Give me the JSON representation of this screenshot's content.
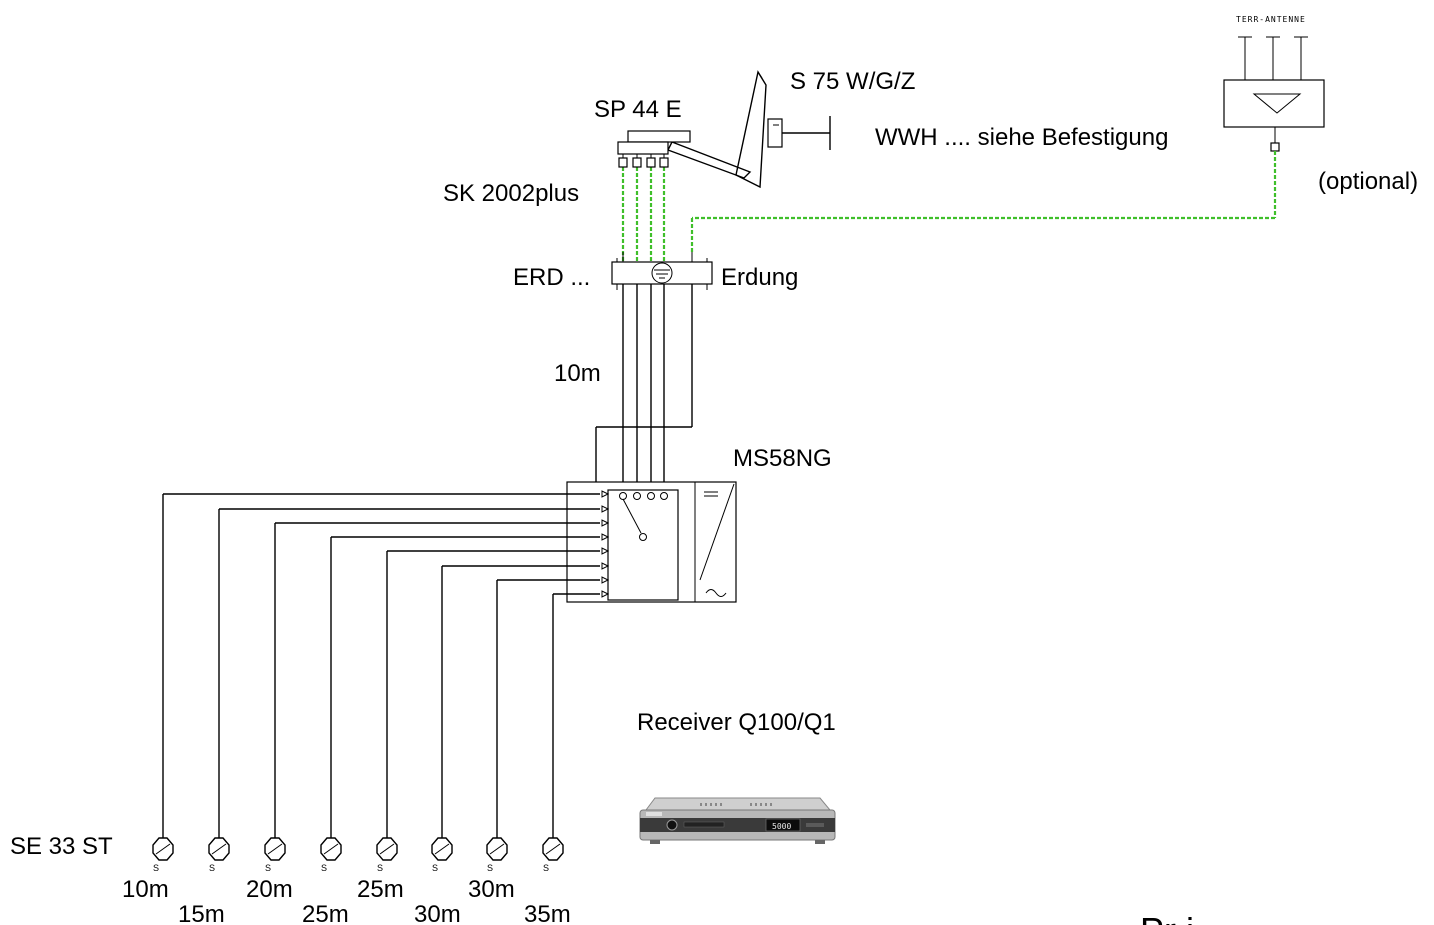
{
  "labels": {
    "terr_antenne": "TERR-ANTENNE",
    "sp44e": "SP 44 E",
    "s75": "S 75 W/G/Z",
    "wwh": "WWH .... siehe Befestigung",
    "sk2002": "SK 2002plus",
    "optional": "(optional)",
    "erd": "ERD ...",
    "erdung": "Erdung",
    "cable_10m": "10m",
    "ms58ng": "MS58NG",
    "receiver": "Receiver Q100/Q1",
    "se33st": "SE 33 ST",
    "receiver_display": "5000",
    "cut_text": "Pr i"
  },
  "outlets": {
    "tag": "S",
    "top_lengths": [
      "10m",
      "20m",
      "25m",
      "30m"
    ],
    "bottom_lengths": [
      "15m",
      "25m",
      "30m",
      "35m"
    ]
  },
  "colors": {
    "cable_green": "#3fbf2a",
    "line": "#000000"
  }
}
